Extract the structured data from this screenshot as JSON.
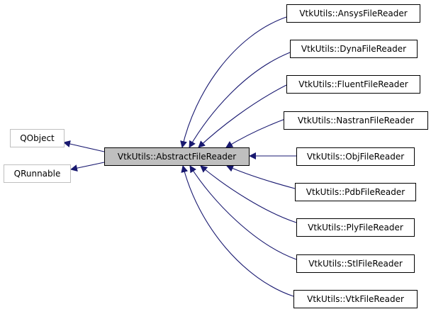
{
  "diagram": {
    "edge_color": "#191970",
    "center": {
      "id": "abstract",
      "label": "VtkUtils::AbstractFileReader",
      "fill": "#bfbfbf"
    },
    "bases": [
      {
        "id": "qobject",
        "label": "QObject"
      },
      {
        "id": "qrunnable",
        "label": "QRunnable"
      }
    ],
    "derived": [
      {
        "id": "ansys",
        "label": "VtkUtils::AnsysFileReader"
      },
      {
        "id": "dyna",
        "label": "VtkUtils::DynaFileReader"
      },
      {
        "id": "fluent",
        "label": "VtkUtils::FluentFileReader"
      },
      {
        "id": "nastran",
        "label": "VtkUtils::NastranFileReader"
      },
      {
        "id": "obj",
        "label": "VtkUtils::ObjFileReader"
      },
      {
        "id": "pdb",
        "label": "VtkUtils::PdbFileReader"
      },
      {
        "id": "ply",
        "label": "VtkUtils::PlyFileReader"
      },
      {
        "id": "stl",
        "label": "VtkUtils::StlFileReader"
      },
      {
        "id": "vtk",
        "label": "VtkUtils::VtkFileReader"
      }
    ]
  }
}
